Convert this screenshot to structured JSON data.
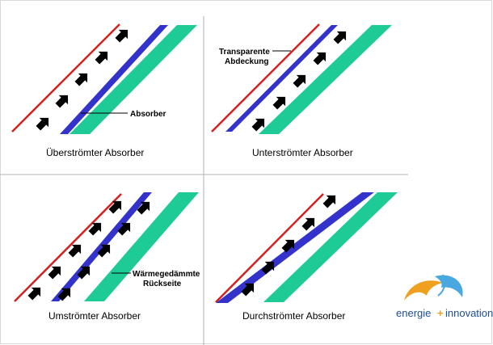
{
  "panels": {
    "top_left": {
      "caption": "Überströmter Absorber",
      "label": "Absorber"
    },
    "top_right": {
      "caption": "Unterströmter Absorber",
      "label_line1": "Transparente",
      "label_line2": "Abdeckung"
    },
    "bottom_left": {
      "caption": "Umströmter Absorber",
      "label_line1": "Wärmegedämmte",
      "label_line2": "Rückseite"
    },
    "bottom_right": {
      "caption": "Durchströmter Absorber"
    }
  },
  "logo": {
    "text_left": "energie",
    "plus": "+",
    "text_right": "innovation"
  },
  "colors": {
    "cover_red": "#d62020",
    "absorber_blue": "#3333cc",
    "insulation_green": "#1ecb96",
    "arrow_black": "#000000",
    "divider_gray": "#b0b0b0",
    "logo_orange": "#f0a020",
    "logo_blue": "#4aa8e0"
  }
}
